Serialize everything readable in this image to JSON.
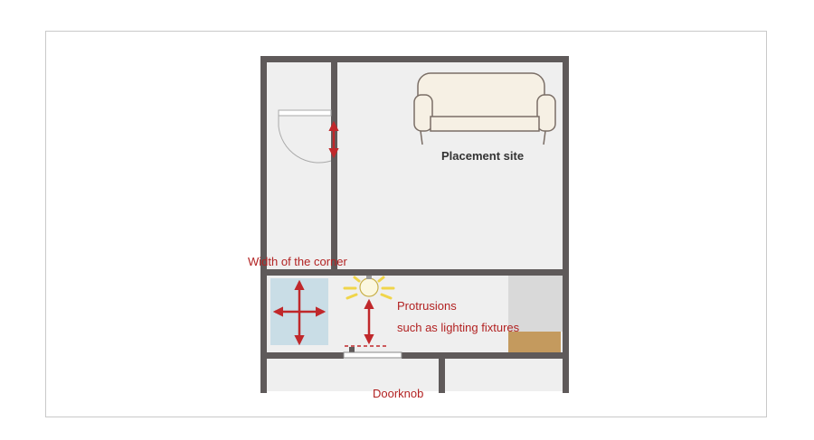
{
  "labels": {
    "placement_site": "Placement site",
    "width_of_corner": "Width of the corner",
    "protrusions_line1": "Protrusions",
    "protrusions_line2": "such as lighting fixtures",
    "doorknob": "Doorknob"
  },
  "colors": {
    "wall": "#5f5a5a",
    "floor": "#efefef",
    "arrow": "#c0282b",
    "corner_area": "#c9dde6",
    "light": "#f0d54a",
    "cabinet_top": "#d9d9d9",
    "cabinet_wood": "#c49a5e",
    "label_red": "#b22222"
  }
}
